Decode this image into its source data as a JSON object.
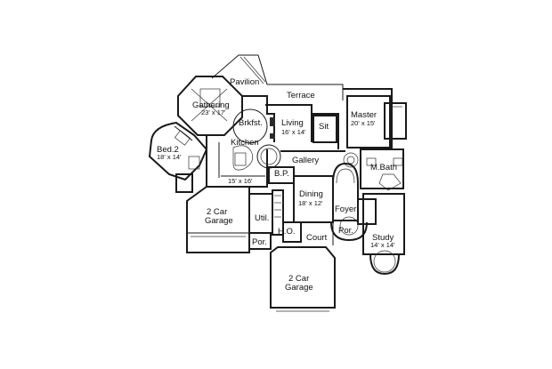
{
  "rooms": {
    "pavilion": {
      "name": "Pavilion"
    },
    "terrace": {
      "name": "Terrace"
    },
    "gathering": {
      "name": "Gathering",
      "size": "23' x 17'"
    },
    "brkfst": {
      "name": "Brkfst."
    },
    "living": {
      "name": "Living",
      "size": "16' x 14'"
    },
    "sit": {
      "name": "Sit"
    },
    "master": {
      "name": "Master",
      "size": "20' x 15'"
    },
    "bed2": {
      "name": "Bed.2",
      "size": "18' x 14'"
    },
    "kitchen": {
      "name": "Kitchen",
      "size": "15' x 16'"
    },
    "gallery": {
      "name": "Gallery"
    },
    "mbath": {
      "name": "M.Bath"
    },
    "bp": {
      "name": "B.P."
    },
    "dining": {
      "name": "Dining",
      "size": "18' x 12'"
    },
    "foyer": {
      "name": "Foyer"
    },
    "garage_left": {
      "name_line1": "2 Car",
      "name_line2": "Garage"
    },
    "util": {
      "name": "Util."
    },
    "porch_left": {
      "name": "Por."
    },
    "ho": {
      "name": "H.O."
    },
    "court": {
      "name": "Court"
    },
    "porch_front": {
      "name": "Por."
    },
    "study": {
      "name": "Study",
      "size": "14' x 14'"
    },
    "garage_bottom": {
      "name_line1": "2 Car",
      "name_line2": "Garage"
    }
  }
}
